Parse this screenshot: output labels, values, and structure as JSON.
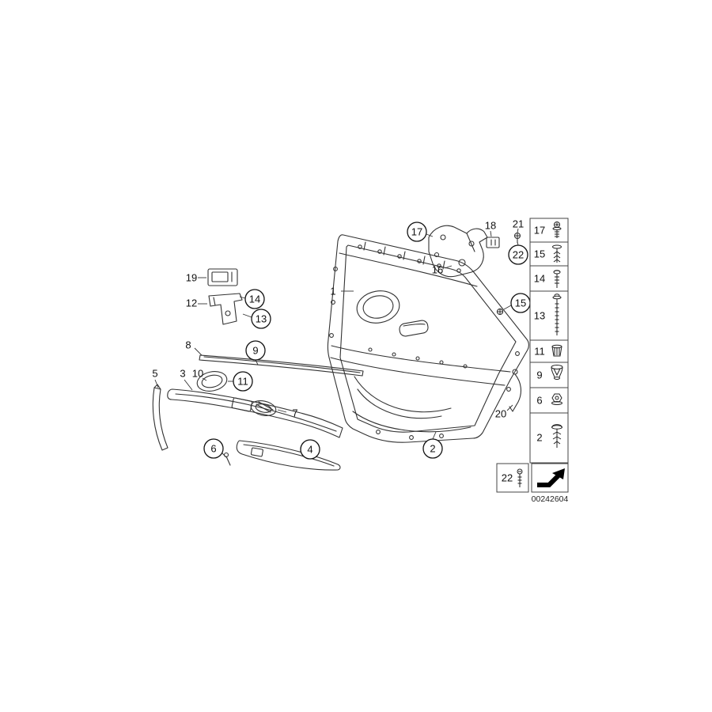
{
  "figure": {
    "part_number": "00242604"
  },
  "callouts": [
    {
      "label": "1",
      "circled": false
    },
    {
      "label": "2",
      "circled": true
    },
    {
      "label": "3",
      "circled": false
    },
    {
      "label": "4",
      "circled": true
    },
    {
      "label": "5",
      "circled": false
    },
    {
      "label": "6",
      "circled": true
    },
    {
      "label": "7",
      "circled": false
    },
    {
      "label": "8",
      "circled": false
    },
    {
      "label": "9",
      "circled": true
    },
    {
      "label": "10",
      "circled": false
    },
    {
      "label": "11",
      "circled": true
    },
    {
      "label": "12",
      "circled": false
    },
    {
      "label": "13",
      "circled": true
    },
    {
      "label": "14",
      "circled": true
    },
    {
      "label": "15",
      "circled": true
    },
    {
      "label": "16",
      "circled": false
    },
    {
      "label": "17",
      "circled": true
    },
    {
      "label": "18",
      "circled": false
    },
    {
      "label": "19",
      "circled": false
    },
    {
      "label": "20",
      "circled": false
    },
    {
      "label": "21",
      "circled": false
    },
    {
      "label": "22",
      "circled": true
    }
  ],
  "fastener_table": {
    "rows": [
      {
        "label": "17",
        "icon": "screw-with-washer-icon"
      },
      {
        "label": "15",
        "icon": "expansion-rivet-icon"
      },
      {
        "label": "14",
        "icon": "tapping-screw-icon"
      },
      {
        "label": "13",
        "icon": "long-screw-icon"
      },
      {
        "label": "11",
        "icon": "plastic-nut-icon"
      },
      {
        "label": "9",
        "icon": "grommet-icon"
      },
      {
        "label": "6",
        "icon": "hex-nut-icon"
      },
      {
        "label": "2",
        "icon": "expanding-clip-icon"
      }
    ],
    "extra": {
      "label": "22",
      "icon": "screw-icon"
    }
  }
}
